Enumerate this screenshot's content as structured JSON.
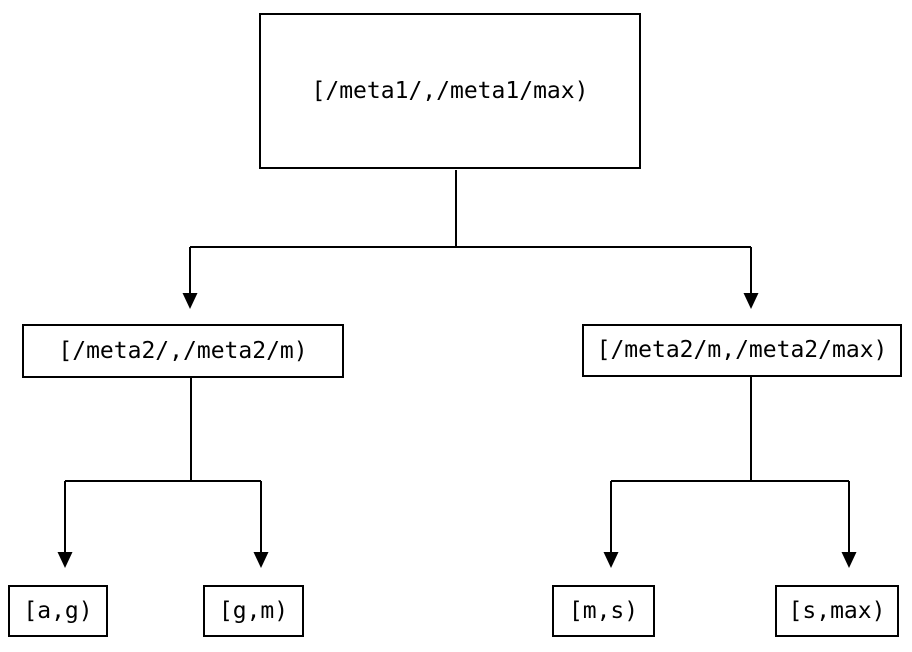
{
  "diagram": {
    "background_color": "#ffffff",
    "stroke_color": "#000000",
    "nodes": {
      "root": {
        "label": "[/meta1/,/meta1/max)"
      },
      "left": {
        "label": "[/meta2/,/meta2/m)"
      },
      "right": {
        "label": "[/meta2/m,/meta2/max)"
      },
      "leaf_ag": {
        "label": "[a,g)"
      },
      "leaf_gm": {
        "label": "[g,m)"
      },
      "leaf_ms": {
        "label": "[m,s)"
      },
      "leaf_smax": {
        "label": "[s,max)"
      }
    },
    "edges": [
      {
        "from": "root",
        "to": "left"
      },
      {
        "from": "root",
        "to": "right"
      },
      {
        "from": "left",
        "to": "leaf_ag"
      },
      {
        "from": "left",
        "to": "leaf_gm"
      },
      {
        "from": "right",
        "to": "leaf_ms"
      },
      {
        "from": "right",
        "to": "leaf_smax"
      }
    ]
  }
}
